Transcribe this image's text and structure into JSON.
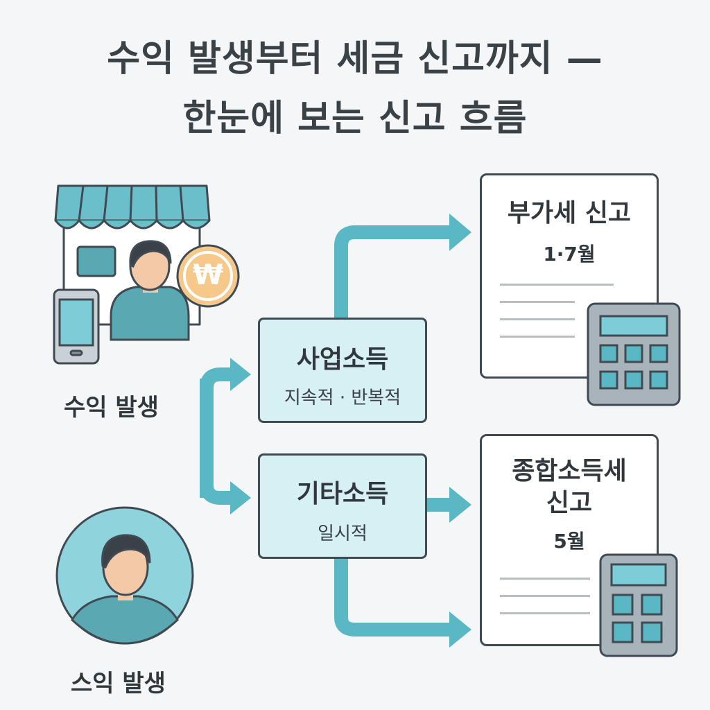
{
  "title": {
    "line1": "수익 발생부터 세금 신고까지 —",
    "line2": "한눈에 보는 신고 흐름"
  },
  "sources": {
    "shop_label": "수익 발생",
    "person_label": "스익 발생",
    "coin_symbol": "₩"
  },
  "income_types": [
    {
      "title": "사업소득",
      "desc": "지속적 · 반복적"
    },
    {
      "title": "기타소득",
      "desc": "일시적"
    }
  ],
  "filings": [
    {
      "title": "부가세 신고",
      "period": "1·7월"
    },
    {
      "title": "종합소득세",
      "title2": "신고",
      "period": "5월"
    }
  ],
  "colors": {
    "arrow": "#5ab8c4",
    "box_fill": "#d6f0f3",
    "outline": "#3f4a52",
    "awning": "#6bbfca",
    "coin": "#f6c88a"
  },
  "icons": [
    "shop-icon",
    "person-icon",
    "phone-icon",
    "coin-icon",
    "calculator-icon",
    "document-icon"
  ]
}
